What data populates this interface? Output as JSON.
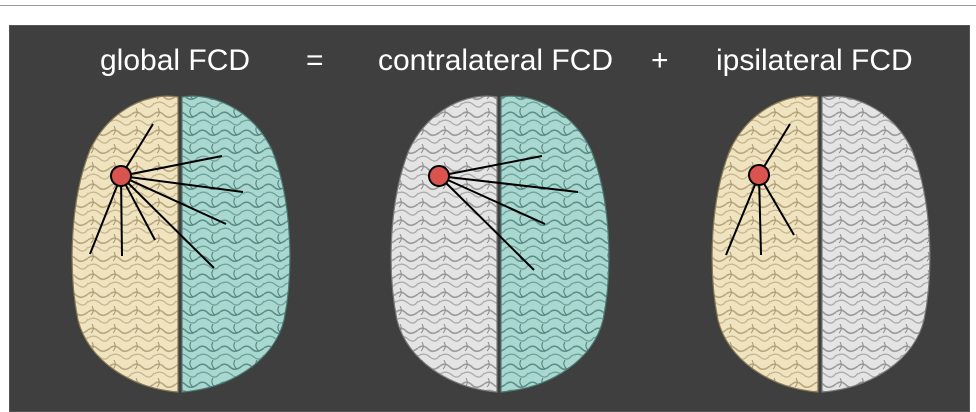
{
  "equation": {
    "term_global": "global FCD",
    "op_equals": "=",
    "term_contralateral": "contralateral FCD",
    "op_plus": "+",
    "term_ipsilateral": "ipsilateral FCD"
  },
  "colors": {
    "background": "#3f3f3f",
    "label_text": "#ffffff",
    "hemisphere_left_highlighted": "#efe3c0",
    "hemisphere_right_highlighted": "#a9d8d0",
    "hemisphere_neutral": "#e6e6e6",
    "seed_node": "#d9544f",
    "connection_line": "#000000"
  },
  "brains": [
    {
      "name": "global",
      "left": "highlighted-beige",
      "right": "highlighted-cyan",
      "connections": "both hemispheres"
    },
    {
      "name": "contralateral",
      "left": "neutral-gray",
      "right": "highlighted-cyan",
      "connections": "contralateral only"
    },
    {
      "name": "ipsilateral",
      "left": "highlighted-beige",
      "right": "neutral-gray",
      "connections": "ipsilateral only"
    }
  ]
}
